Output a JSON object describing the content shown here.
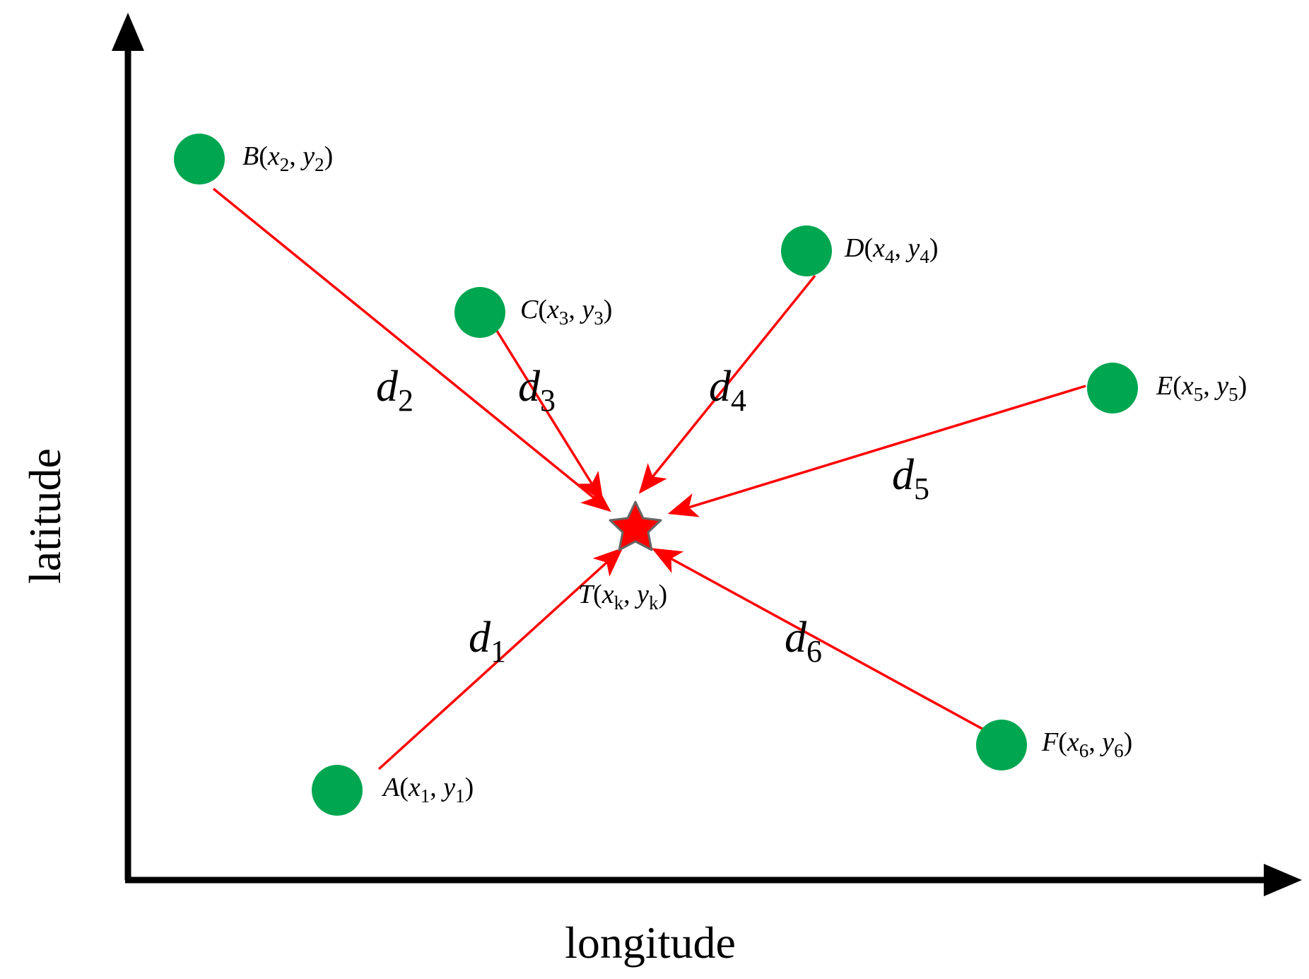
{
  "axes": {
    "x_label": "longitude",
    "y_label": "latitude"
  },
  "colors": {
    "node": "#00a650",
    "edge": "#ff0000",
    "target": "#ff0000",
    "axis": "#000000"
  },
  "target": {
    "letter": "T",
    "x_sub": "k",
    "y_sub": "k"
  },
  "nodes": [
    {
      "id": "A",
      "letter": "A",
      "sub": "1",
      "distance": {
        "base": "d",
        "sub": "1"
      }
    },
    {
      "id": "B",
      "letter": "B",
      "sub": "2",
      "distance": {
        "base": "d",
        "sub": "2"
      }
    },
    {
      "id": "C",
      "letter": "C",
      "sub": "3",
      "distance": {
        "base": "d",
        "sub": "3"
      }
    },
    {
      "id": "D",
      "letter": "D",
      "sub": "4",
      "distance": {
        "base": "d",
        "sub": "4"
      }
    },
    {
      "id": "E",
      "letter": "E",
      "sub": "5",
      "distance": {
        "base": "d",
        "sub": "5"
      }
    },
    {
      "id": "F",
      "letter": "F",
      "sub": "6",
      "distance": {
        "base": "d",
        "sub": "6"
      }
    }
  ]
}
